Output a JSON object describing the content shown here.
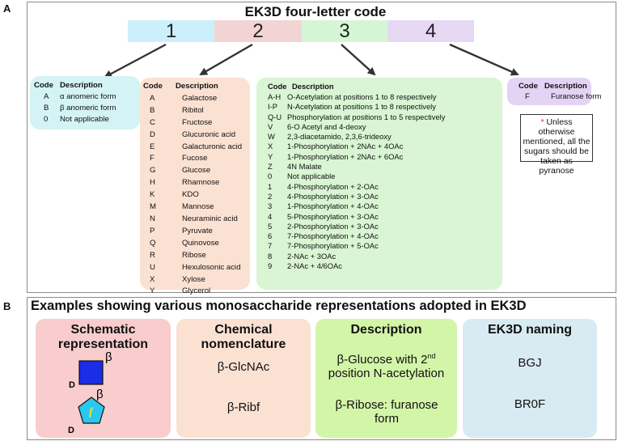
{
  "panel_a": {
    "label": "A",
    "title": "EK3D four-letter code",
    "positions": [
      {
        "label": "1",
        "color": "#ccf0fb"
      },
      {
        "label": "2",
        "color": "#f3d4d4"
      },
      {
        "label": "3",
        "color": "#d5f6d5"
      },
      {
        "label": "4",
        "color": "#e7d9f4"
      }
    ],
    "tables": {
      "pos1": {
        "header_code": "Code",
        "header_desc": "Description",
        "bg": "#d4f3f4",
        "rows": [
          {
            "code": "A",
            "desc": "α anomeric form"
          },
          {
            "code": "B",
            "desc": "β anomeric form"
          },
          {
            "code": "0",
            "desc": "Not applicable"
          }
        ]
      },
      "pos2": {
        "header_code": "Code",
        "header_desc": "Description",
        "bg": "#fbe1d2",
        "rows": [
          {
            "code": "A",
            "desc": "Galactose"
          },
          {
            "code": "B",
            "desc": "Ribitol"
          },
          {
            "code": "C",
            "desc": "Fructose"
          },
          {
            "code": "D",
            "desc": "Glucuronic acid"
          },
          {
            "code": "E",
            "desc": "Galacturonic acid"
          },
          {
            "code": "F",
            "desc": "Fucose"
          },
          {
            "code": "G",
            "desc": "Glucose"
          },
          {
            "code": "H",
            "desc": "Rhamnose"
          },
          {
            "code": "K",
            "desc": "KDO"
          },
          {
            "code": "M",
            "desc": "Mannose"
          },
          {
            "code": "N",
            "desc": "Neuraminic acid"
          },
          {
            "code": "P",
            "desc": "Pyruvate"
          },
          {
            "code": "Q",
            "desc": "Quinovose"
          },
          {
            "code": "R",
            "desc": "Ribose"
          },
          {
            "code": "U",
            "desc": "Hexulosonic acid"
          },
          {
            "code": "X",
            "desc": "Xylose"
          },
          {
            "code": "Y",
            "desc": "Glycerol"
          }
        ]
      },
      "pos3": {
        "header_code": "Code",
        "header_desc": "Description",
        "bg": "#d9f5d3",
        "rows": [
          {
            "code": "A-H",
            "desc": "O-Acetylation at positions 1 to 8 respectively"
          },
          {
            "code": "I-P",
            "desc": "N-Acetylation at positions 1 to 8 respectively"
          },
          {
            "code": "Q-U",
            "desc": "Phosphorylation at positions 1 to 5 respectively"
          },
          {
            "code": "V",
            "desc": "6-O Acetyl and 4-deoxy"
          },
          {
            "code": "W",
            "desc": "2,3-diacetamido, 2,3,6-trideoxy"
          },
          {
            "code": "X",
            "desc": "1-Phosphorylation + 2NAc + 4OAc"
          },
          {
            "code": "Y",
            "desc": "1-Phosphorylation + 2NAc + 6OAc"
          },
          {
            "code": "Z",
            "desc": "4N Malate"
          },
          {
            "code": "0",
            "desc": "Not applicable"
          },
          {
            "code": "1",
            "desc": "4-Phosphorylation + 2-OAc"
          },
          {
            "code": "2",
            "desc": "4-Phosphorylation + 3-OAc"
          },
          {
            "code": "3",
            "desc": "1-Phosphorylation + 4-OAc"
          },
          {
            "code": "4",
            "desc": "5-Phosphorylation + 3-OAc"
          },
          {
            "code": "5",
            "desc": "2-Phosphorylation + 3-OAc"
          },
          {
            "code": "6",
            "desc": "7-Phosphorylation + 4-OAc"
          },
          {
            "code": "7",
            "desc": "7-Phosphorylation + 5-OAc"
          },
          {
            "code": "8",
            "desc": "2-NAc + 3OAc"
          },
          {
            "code": "9",
            "desc": "2-NAc + 4/6OAc"
          }
        ]
      },
      "pos4": {
        "header_code": "Code",
        "header_desc": "Description",
        "bg": "#e3d3f4",
        "rows": [
          {
            "code": "F",
            "desc": "Furanose form"
          }
        ]
      }
    },
    "note": {
      "star": "*",
      "text": "Unless otherwise mentioned, all the sugars should be taken as pyranose"
    }
  },
  "panel_b": {
    "label": "B",
    "title": "Examples showing various monosaccharide representations adopted in EK3D",
    "cards": {
      "schematic": {
        "title": "Schematic representation",
        "bg": "#f9cdcd",
        "square": {
          "beta": "β",
          "d": "D",
          "color": "#1a2ee6"
        },
        "pentagon": {
          "beta": "β",
          "d": "D",
          "letter": "f",
          "color": "#29c8ee",
          "letter_color": "#f5e21a"
        }
      },
      "chemical": {
        "title": "Chemical nomenclature",
        "bg": "#fbe1d2",
        "item1": "β-GlcNAc",
        "item2": "β-Ribf"
      },
      "description": {
        "title": "Description",
        "bg": "#d3f5a8",
        "item1_a": "β-Glucose with 2",
        "item1_sup": "nd",
        "item1_b": "position N-acetylation",
        "item2": "β-Ribose: furanose form"
      },
      "naming": {
        "title": "EK3D naming",
        "bg": "#d9ebf2",
        "item1": "BGJ",
        "item2": "BR0F"
      }
    }
  }
}
